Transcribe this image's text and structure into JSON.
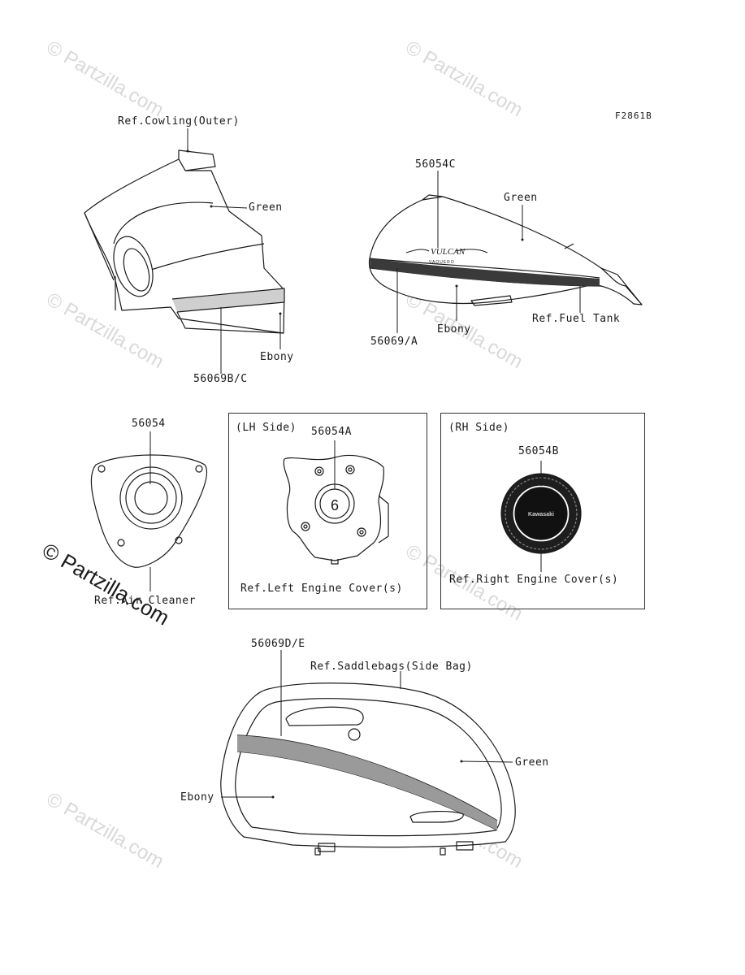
{
  "figure_code": "F2861B",
  "watermark_text": "© Partzilla.com",
  "callouts": {
    "cowling_ref": "Ref.Cowling(Outer)",
    "cowling_green": "Green",
    "cowling_ebony": "Ebony",
    "cowling_part": "56069B/C",
    "tank_part_top": "56054C",
    "tank_green": "Green",
    "tank_ref": "Ref.Fuel Tank",
    "tank_ebony": "Ebony",
    "tank_part_bottom": "56069/A",
    "aircleaner_part": "56054",
    "aircleaner_ref": "Ref.Air Cleaner",
    "lh_side_title": "(LH Side)",
    "lh_part": "56054A",
    "lh_ref": "Ref.Left Engine Cover(s)",
    "rh_side_title": "(RH Side)",
    "rh_part": "56054B",
    "rh_ref": "Ref.Right Engine Cover(s)",
    "bag_part": "56069D/E",
    "bag_ref": "Ref.Saddlebags(Side Bag)",
    "bag_green": "Green",
    "bag_ebony": "Ebony"
  },
  "emblems": {
    "tank_logo": "VULCAN",
    "tank_logo_sub": "VAQUERO",
    "lh_emblem_digit": "6",
    "rh_emblem_brand": "Kawasaki"
  },
  "colors": {
    "line": "#1a1a1a",
    "watermark": "#d9d9d9"
  }
}
